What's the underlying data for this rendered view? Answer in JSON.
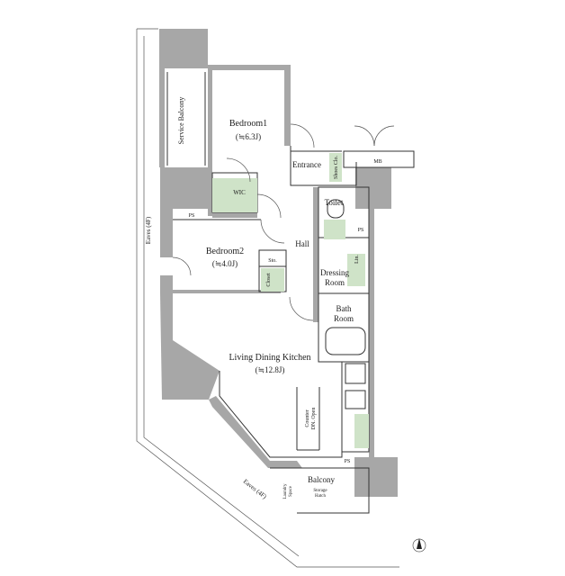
{
  "plan": {
    "rooms": {
      "bedroom1": {
        "name": "Bedroom1",
        "area": "(≒6.3J)"
      },
      "bedroom2": {
        "name": "Bedroom2",
        "area": "(≒4.0J)"
      },
      "ldk": {
        "name": "Living Dining Kitchen",
        "area": "(≒12.8J)"
      },
      "entrance": "Entrance",
      "hall": "Hall",
      "toilet": "Toilet",
      "dressing": [
        "Dressing",
        "Room"
      ],
      "bath": [
        "Bath",
        "Room"
      ],
      "balcony": "Balcony",
      "service_balcony": "Service Balcony",
      "wic": "WIC"
    },
    "small_labels": {
      "shoes_closet": "Shoes Clo.",
      "mb": "MB",
      "ps_left": "PS",
      "ps_right": "PS",
      "ps_bottom": "PS",
      "storage": "Sto.",
      "closet": "Closet",
      "linen": "Lin.",
      "counter": [
        "Counter",
        "DN. Open"
      ],
      "laundry": [
        "Laundry",
        "Space"
      ],
      "storage_hatch": [
        "Storage",
        "Hatch"
      ],
      "eaves_left": "Eaves (4F)",
      "eaves_bottom": "Eaves (4F)"
    },
    "colors": {
      "wall": "#a7a7a7",
      "fixture_green": "#cfe3c8",
      "line": "#333333"
    }
  }
}
